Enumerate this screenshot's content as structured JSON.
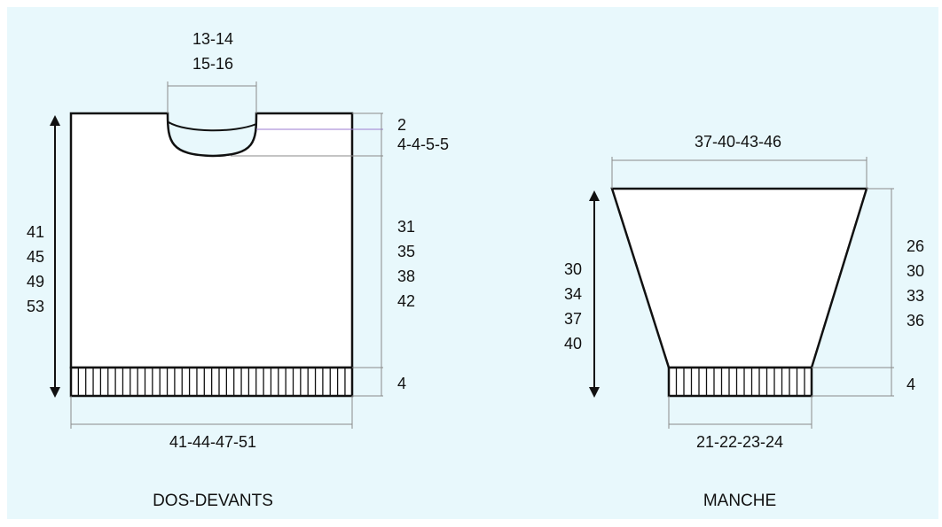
{
  "colors": {
    "background": "#e8f8fc",
    "outline": "#111111",
    "piece_fill": "#ffffff",
    "dim_line": "#8a8a8a",
    "ribbing": "#111111",
    "neck_ref": "#9b7bd0"
  },
  "front_back": {
    "caption": "DOS-DEVANTS",
    "neck_width": [
      "13-14",
      "15-16"
    ],
    "bottom_width": "41-44-47-51",
    "neck_depth_1": "2",
    "neck_depth_2": "4-4-5-5",
    "body_height": [
      "31",
      "35",
      "38",
      "42"
    ],
    "rib_height": "4",
    "total_height": [
      "41",
      "45",
      "49",
      "53"
    ]
  },
  "sleeve": {
    "caption": "MANCHE",
    "top_width": "37-40-43-46",
    "bottom_width": "21-22-23-24",
    "body_height": [
      "26",
      "30",
      "33",
      "36"
    ],
    "rib_height": "4",
    "total_height": [
      "30",
      "34",
      "37",
      "40"
    ]
  }
}
